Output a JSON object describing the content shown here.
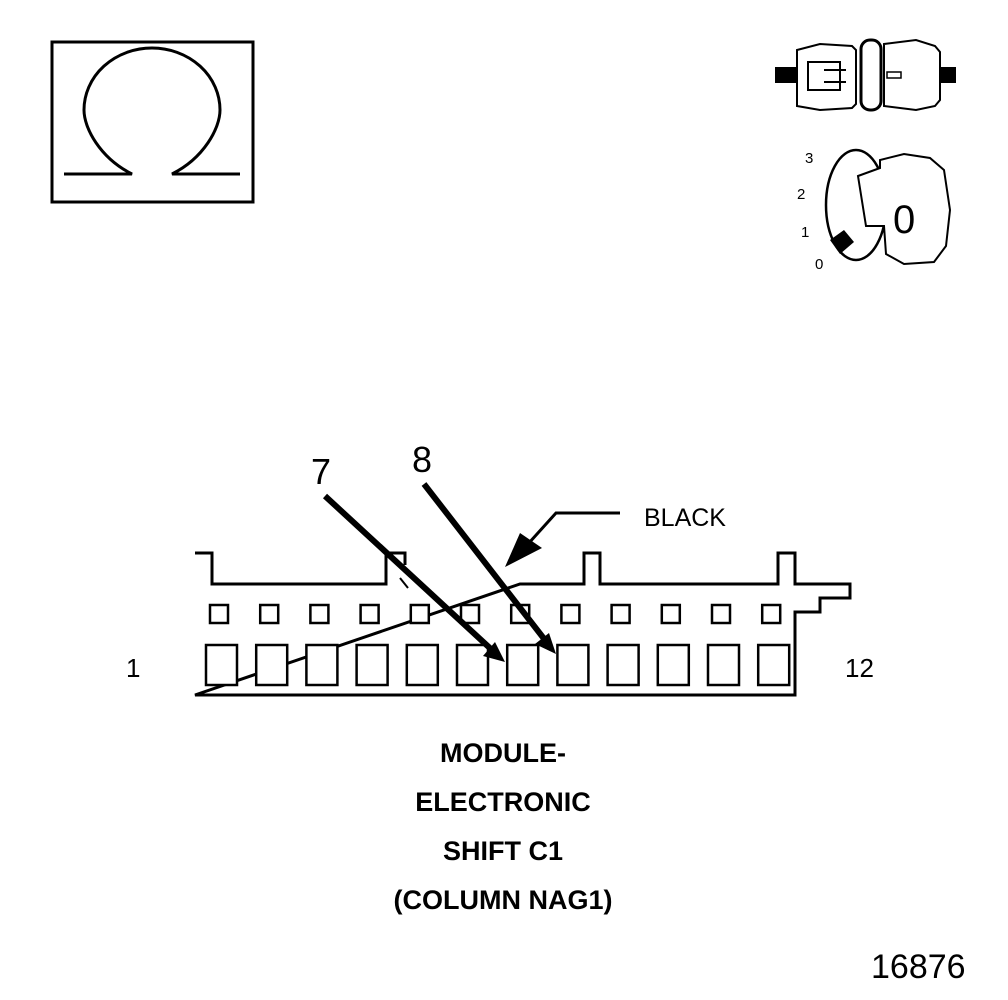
{
  "meter_symbol": {
    "icon": "ohm-meter-icon",
    "glyph": "Ω"
  },
  "connector_icon": {
    "icon": "disconnect-connector-icon"
  },
  "ignition": {
    "icon": "ignition-key-icon",
    "position_labels": [
      "3",
      "2",
      "1",
      "0"
    ],
    "key_label": "0"
  },
  "connector": {
    "pin_count": 12,
    "pin_start_label": "1",
    "pin_end_label": "12",
    "color_label": "BLACK"
  },
  "callouts": [
    {
      "label": "7",
      "pin": 7
    },
    {
      "label": "8",
      "pin": 8
    }
  ],
  "caption": [
    "MODULE-",
    "ELECTRONIC",
    "SHIFT C1",
    "(COLUMN NAG1)"
  ],
  "figure_number": "16876",
  "colors": {
    "ink": "#000000",
    "paper": "#ffffff",
    "gray": "#c8c8c8"
  }
}
